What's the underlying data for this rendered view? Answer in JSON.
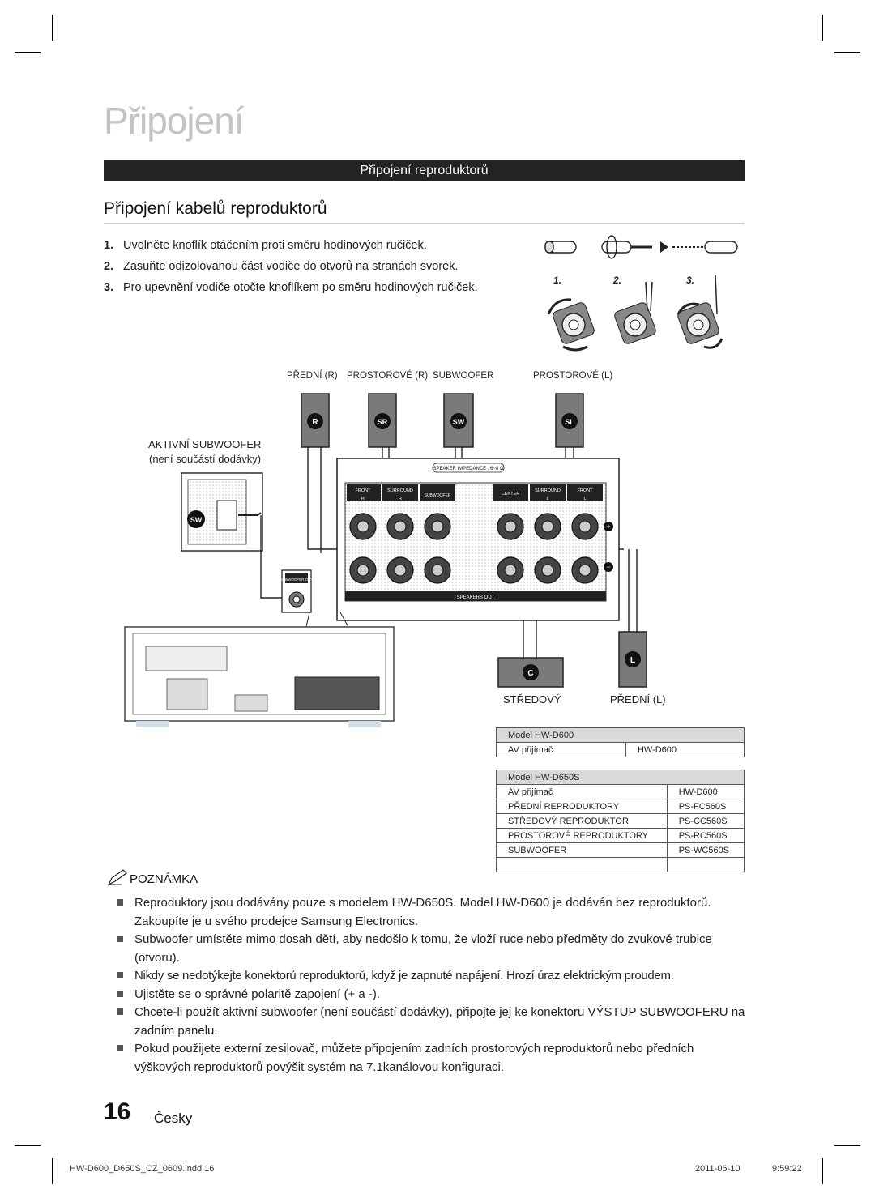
{
  "page_title": "Připojení",
  "section_bar": "Připojení reproduktorů",
  "subtitle": "Připojení kabelů reproduktorů",
  "steps": [
    {
      "num": "1.",
      "text": "Uvolněte knoflík otáčením proti směru hodinových ručiček."
    },
    {
      "num": "2.",
      "text": "Zasuňte odizolovanou část vodiče do otvorů na stranách svorek."
    },
    {
      "num": "3.",
      "text": "Pro upevnění vodiče otočte knoflíkem po směru hodinových ručiček."
    }
  ],
  "step_figure_labels": [
    "1.",
    "2.",
    "3."
  ],
  "diagram": {
    "speaker_labels": {
      "front_r": "PŘEDNÍ (R)",
      "surround_r": "PROSTOROVÉ (R)",
      "subwoofer": "SUBWOOFER",
      "surround_l": "PROSTOROVÉ (L)",
      "center": "STŘEDOVÝ",
      "front_l": "PŘEDNÍ (L)"
    },
    "speaker_badges": {
      "r": "R",
      "sr": "SR",
      "sw": "SW",
      "sl": "SL",
      "c": "C",
      "l": "L"
    },
    "active_sub_label": "AKTIVNÍ SUBWOOFER",
    "active_sub_note": "(není součástí dodávky)",
    "panel_texts": {
      "impedance": "SPEAKER IMPEDANCE : 6~8 Ω",
      "front": "FRONT",
      "surround": "SURROUND",
      "subwoofer": "SUBWOOFER",
      "center": "CENTER",
      "r": "R",
      "l": "L",
      "speakers_out": "SPEAKERS OUT",
      "sub_out": "SUBWOOFER OUT",
      "plus": "+",
      "minus": "−"
    }
  },
  "table_d600": {
    "model": "Model HW-D600",
    "rows": [
      [
        "AV přijímač",
        "HW-D600"
      ]
    ]
  },
  "table_d650s": {
    "model": "Model HW-D650S",
    "rows": [
      [
        "AV přijímač",
        "HW-D600"
      ],
      [
        "PŘEDNÍ REPRODUKTORY",
        "PS-FC560S"
      ],
      [
        "STŘEDOVÝ REPRODUKTOR",
        "PS-CC560S"
      ],
      [
        "PROSTOROVÉ REPRODUKTORY",
        "PS-RC560S"
      ],
      [
        "SUBWOOFER",
        "PS-WC560S"
      ]
    ]
  },
  "note_title": "POZNÁMKA",
  "notes": [
    "Reproduktory jsou dodávány pouze s modelem HW-D650S. Model HW-D600 je dodáván bez reproduktorů. Zakoupíte je u svého prodejce Samsung Electronics.",
    "Subwoofer umístěte mimo dosah dětí, aby nedošlo k tomu, že vloží ruce nebo předměty do zvukové trubice (otvoru).",
    "Nikdy se nedotýkejte konektorů reproduktorů, když je zapnuté napájení. Hrozí úraz elektrickým proudem.",
    "Ujistěte se o správné polaritě zapojení (+ a -).",
    "Chcete-li použít aktivní subwoofer (není součástí dodávky), připojte jej ke konektoru VÝSTUP SUBWOOFERU na zadním panelu.",
    "Pokud použijete externí zesilovač, můžete připojením zadních prostorových reproduktorů nebo předních výškových reproduktorů povýšit systém na 7.1kanálovou konfiguraci."
  ],
  "page_number": "16",
  "language": "Česky",
  "footer": {
    "file": "HW-D600_D650S_CZ_0609.indd   16",
    "date": "2011-06-10",
    "time": "9:59:22"
  }
}
